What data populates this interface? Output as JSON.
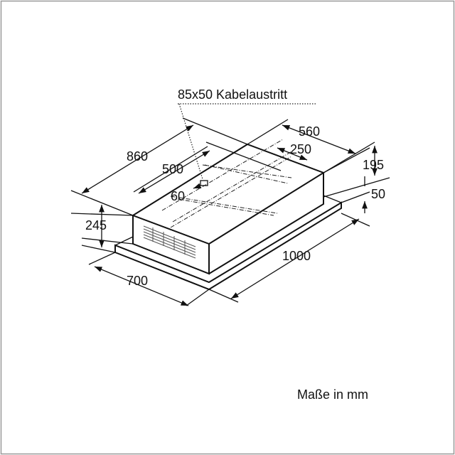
{
  "labels": {
    "cable_outlet": "85x50 Kabelaustritt",
    "d860": "860",
    "d560": "560",
    "d500": "500",
    "d250": "250",
    "d195": "195",
    "d60": "60",
    "d50": "50",
    "d245": "245",
    "d1000": "1000",
    "d700": "700",
    "units": "Maße in mm"
  }
}
